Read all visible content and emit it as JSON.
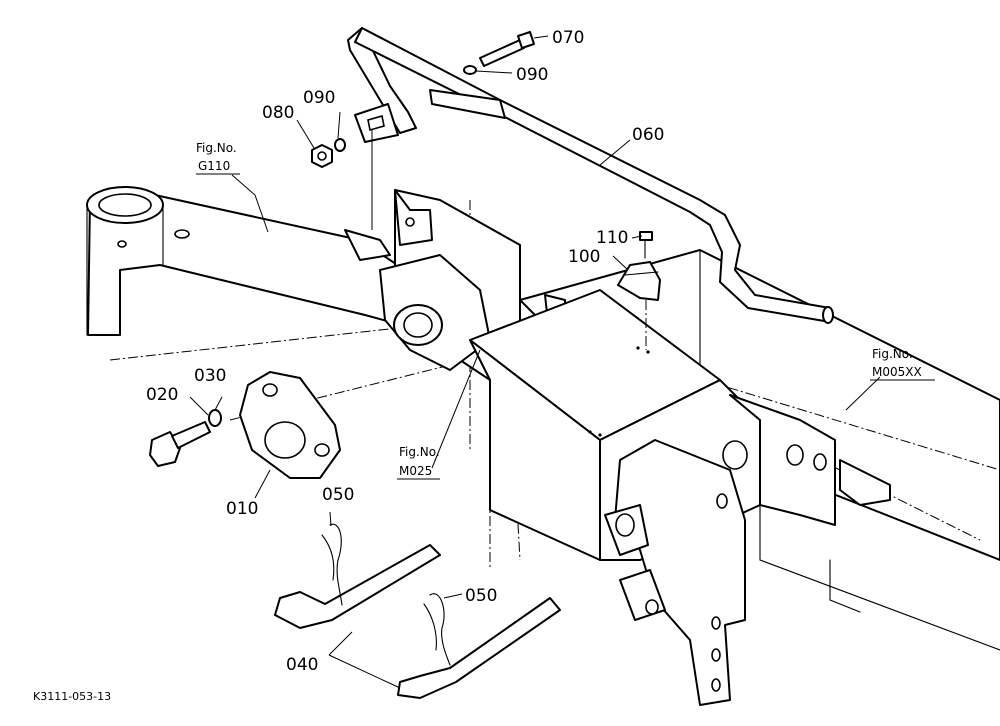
{
  "diagram": {
    "drawing_id": "K3111-053-13",
    "fig_refs": {
      "g110": [
        "Fig.No.",
        "G110"
      ],
      "m025": [
        "Fig.No.",
        "M025"
      ],
      "m005xx": [
        "Fig.No.",
        "M005XX"
      ]
    },
    "part_labels": {
      "p010": "010",
      "p020": "020",
      "p030": "030",
      "p040": "040",
      "p050a": "050",
      "p050b": "050",
      "p060": "060",
      "p070": "070",
      "p080": "080",
      "p090a": "090",
      "p090b": "090",
      "p100": "100",
      "p110": "110"
    }
  }
}
